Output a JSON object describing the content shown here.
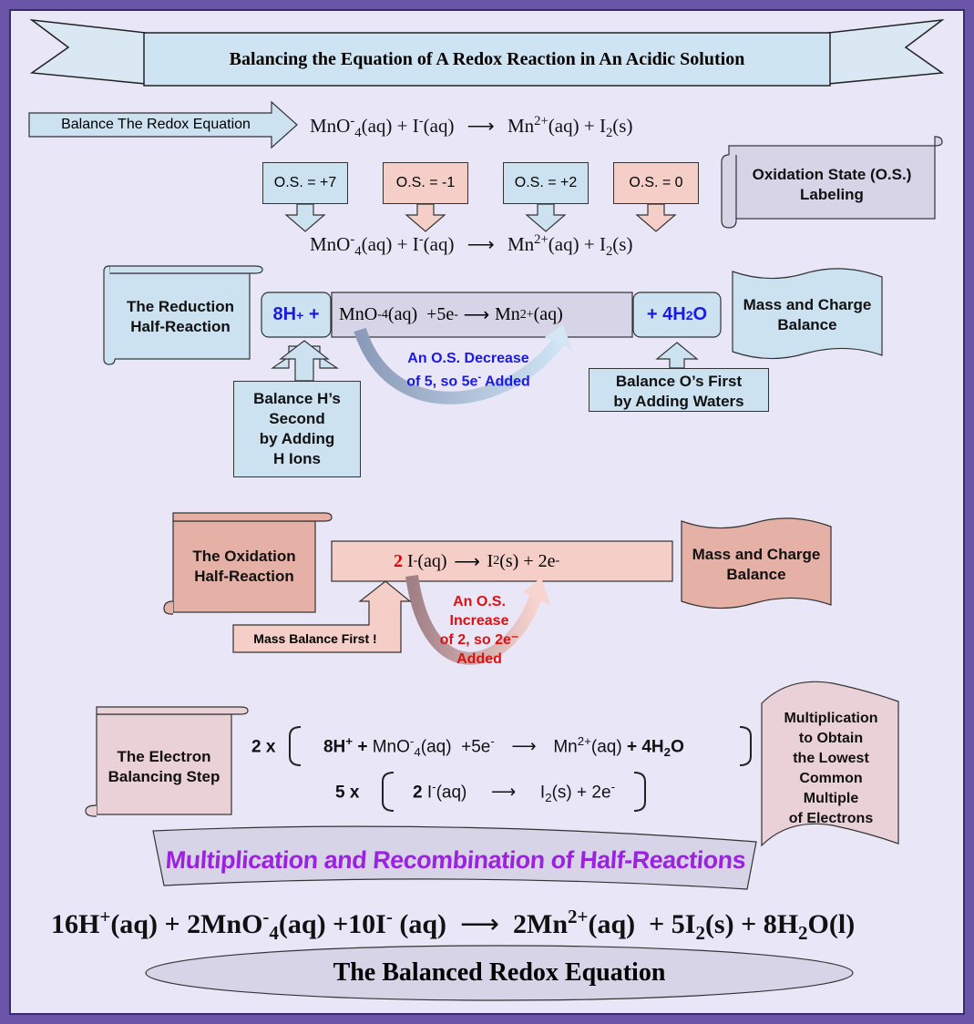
{
  "title": "Balancing the Equation of A Redox Reaction in An Acidic Solution",
  "step1": {
    "arrow_label": "Balance The Redox Equation",
    "equation": {
      "reactant1_base": "MnO",
      "reactant1_sup": "-",
      "reactant1_sub": "4",
      "reactant1_state": "(aq) + I",
      "reactant2_sup": "-",
      "reactant2_state": "(aq)",
      "product1": "Mn",
      "product1_sup": "2+",
      "product1_state": "(aq) + I",
      "product2_sub": "2",
      "product2_state": "(s)"
    }
  },
  "oxidation_states": [
    "O.S. = +7",
    "O.S. = -1",
    "O.S. = +2",
    "O.S. = 0"
  ],
  "os_label": "Oxidation State (O.S.) Labeling",
  "reduction": {
    "scroll_label": "The Reduction Half-Reaction",
    "h_term": "8H",
    "h_sup": "+",
    "plus": "+",
    "core_mno": "MnO",
    "core_sup": "-",
    "core_sub": "4",
    "core_rest": "(aq)  +5e",
    "core_e_sup": "-",
    "core_product": "Mn",
    "core_product_sup": "2+",
    "core_product_state": "(aq)",
    "water_term": "+ 4H",
    "water_sub": "2",
    "water_o": "O",
    "balance_label": "Mass and Charge Balance",
    "electron_note_1": "An O.S. Decrease",
    "electron_note_2": "of 5, so 5e",
    "electron_note_sup": "-",
    "electron_note_3": " Added",
    "o_note_1": "Balance O’s First",
    "o_note_2": "by Adding Waters",
    "h_note": [
      "Balance H’s",
      "Second",
      "by Adding",
      "H Ions"
    ]
  },
  "oxidation": {
    "scroll_label": "The Oxidation Half-Reaction",
    "coef": "2",
    "reactant": "I",
    "reactant_sup": "-",
    "reactant_state": "(aq)",
    "product": "I",
    "product_sub": "2",
    "product_rest": "(s) + 2e",
    "product_sup": "-",
    "balance_label": "Mass and Charge Balance",
    "mass_note": "Mass Balance First !",
    "electron_note": [
      "An O.S.",
      "Increase",
      "of 2, so 2e⁻",
      "Added"
    ]
  },
  "electron_step": {
    "scroll_label": "The Electron Balancing Step",
    "row1": {
      "mult": "2 x",
      "h": "8H",
      "h_sup": "+",
      "plus": "+",
      "mno": "MnO",
      "mno_sup": "-",
      "mno_sub": "4",
      "mno_rest": "(aq)  +5e",
      "e_sup": "-",
      "prod": "Mn",
      "prod_sup": "2+",
      "prod_state": "(aq)",
      "water": "+ 4H",
      "water_sub": "2",
      "water_o": "O"
    },
    "row2": {
      "mult": "5 x",
      "coef": "2",
      "i": "I",
      "i_sup": "-",
      "i_state": "(aq)",
      "prod": "I",
      "prod_sub": "2",
      "prod_rest": "(s) + 2e",
      "prod_sup": "-"
    },
    "note": [
      "Multiplication",
      "to Obtain",
      "the Lowest",
      "Common",
      "Multiple",
      "of Electrons"
    ]
  },
  "banner2": "Multiplication and Recombination of Half-Reactions",
  "final": {
    "p1": "16H",
    "p1_sup": "+",
    "p1_rest": "(aq) + 2MnO",
    "p2_sup": "-",
    "p2_sub": "4",
    "p2_rest": "(aq) +10I",
    "p3_sup": "-",
    "p3_rest": " (aq)",
    "q1": "2Mn",
    "q1_sup": "2+",
    "q1_rest": "(aq)  + 5I",
    "q2_sub": "2",
    "q2_rest": "(s) + 8H",
    "q3_sub": "2",
    "q3_rest": "O(l)"
  },
  "final_label": "The Balanced Redox Equation",
  "colors": {
    "frame": "#6a55a8",
    "background": "#e9e6f7",
    "blue": "#cde2f1",
    "salmon": "#f5cfc7",
    "red_coef": "#e00000",
    "blue_text": "#1a1ae0",
    "purple_text": "#9b22e0"
  }
}
